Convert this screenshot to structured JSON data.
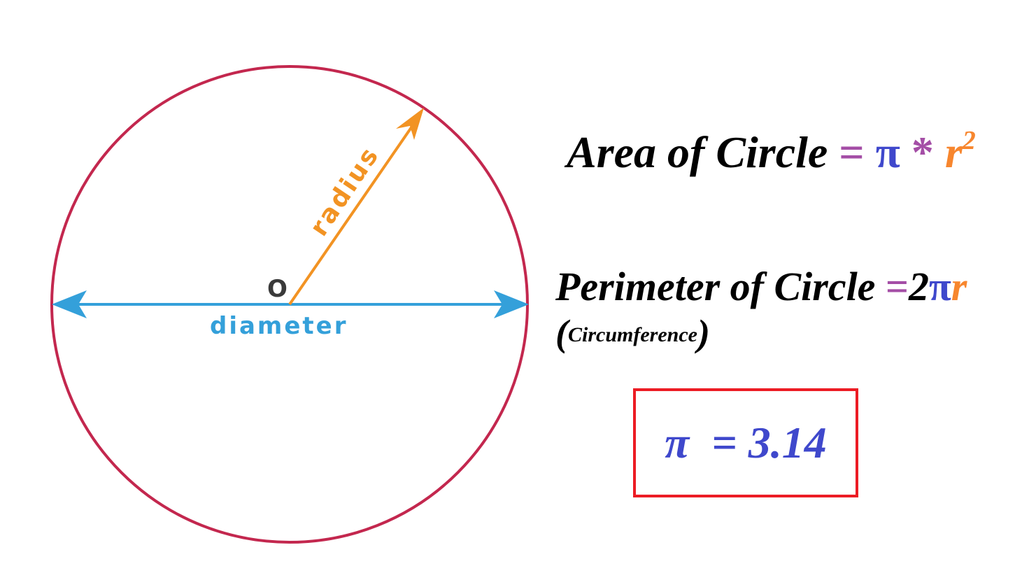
{
  "colors": {
    "circle": "#c3274e",
    "radius": "#f29323",
    "diameter": "#34a0da",
    "center": "#3a3a3a",
    "operator": "#a44ea6",
    "pi": "#3f48cc",
    "r": "#f7862e",
    "box_border": "#ec1c24"
  },
  "diagram": {
    "radius_label": "radius",
    "diameter_label": "diameter",
    "center_label": "O"
  },
  "area_formula": {
    "label": "Area of Circle",
    "equals": "=",
    "pi": "π",
    "times": "*",
    "r": "r",
    "exponent": "2"
  },
  "perimeter_formula": {
    "label": "Perimeter of Circle",
    "equals": "=",
    "coefficient": "2",
    "pi": "π",
    "r": "r",
    "alt_open": "(",
    "alt_label": "Circumference",
    "alt_close": ")"
  },
  "pi_value": {
    "text": "π  = 3.14"
  }
}
